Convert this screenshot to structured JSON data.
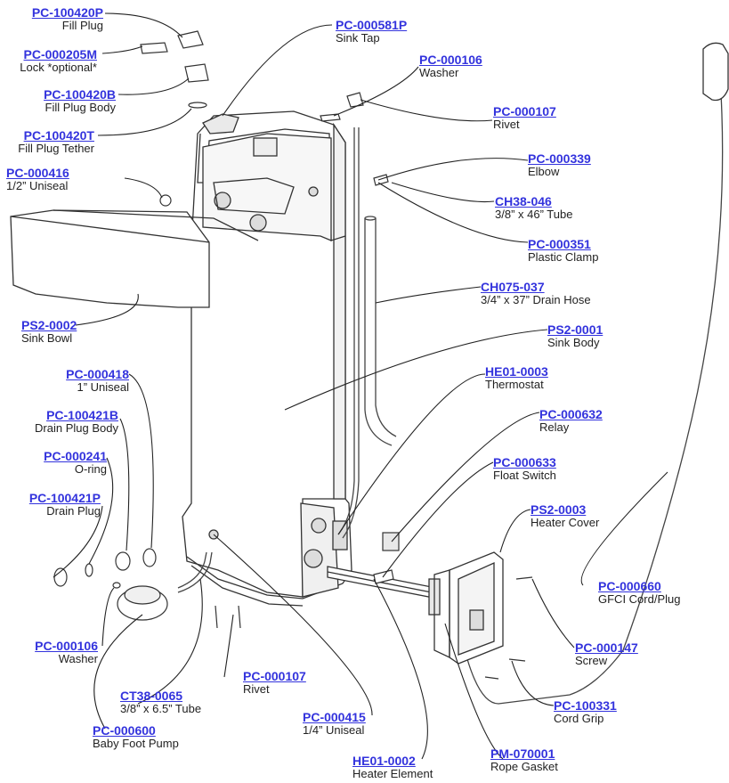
{
  "parts": [
    {
      "id": "fill-plug",
      "code": "PC-100420P",
      "desc": "Fill Plug"
    },
    {
      "id": "lock",
      "code": "PC-000205M",
      "desc": "Lock *optional*"
    },
    {
      "id": "fill-plug-body",
      "code": "PC-100420B",
      "desc": "Fill Plug Body"
    },
    {
      "id": "fill-plug-tether",
      "code": "PC-100420T",
      "desc": "Fill Plug Tether"
    },
    {
      "id": "half-inch-uniseal",
      "code": "PC-000416",
      "desc": "1/2” Uniseal"
    },
    {
      "id": "sink-bowl",
      "code": "PS2-0002",
      "desc": "Sink Bowl"
    },
    {
      "id": "one-inch-uniseal",
      "code": "PC-000418",
      "desc": "1” Uniseal"
    },
    {
      "id": "drain-plug-body",
      "code": "PC-100421B",
      "desc": "Drain Plug Body"
    },
    {
      "id": "o-ring",
      "code": "PC-000241",
      "desc": "O-ring"
    },
    {
      "id": "drain-plug",
      "code": "PC-100421P",
      "desc": "Drain Plug"
    },
    {
      "id": "washer-bottom",
      "code": "PC-000106",
      "desc": "Washer"
    },
    {
      "id": "tube-6-5",
      "code": "CT38-0065",
      "desc": "3/8” x 6.5” Tube"
    },
    {
      "id": "baby-foot-pump",
      "code": "PC-000600",
      "desc": "Baby Foot Pump"
    },
    {
      "id": "rivet-bottom",
      "code": "PC-000107",
      "desc": "Rivet"
    },
    {
      "id": "quarter-inch-uniseal",
      "code": "PC-000415",
      "desc": "1/4” Uniseal"
    },
    {
      "id": "heater-element",
      "code": "HE01-0002",
      "desc": "Heater Element"
    },
    {
      "id": "sink-tap",
      "code": "PC-000581P",
      "desc": "Sink Tap"
    },
    {
      "id": "washer-top",
      "code": "PC-000106",
      "desc": "Washer"
    },
    {
      "id": "rivet-top",
      "code": "PC-000107",
      "desc": "Rivet"
    },
    {
      "id": "elbow",
      "code": "PC-000339",
      "desc": "Elbow"
    },
    {
      "id": "tube-46",
      "code": "CH38-046",
      "desc": "3/8” x 46” Tube"
    },
    {
      "id": "plastic-clamp",
      "code": "PC-000351",
      "desc": "Plastic Clamp"
    },
    {
      "id": "drain-hose",
      "code": "CH075-037",
      "desc": "3/4” x 37” Drain Hose"
    },
    {
      "id": "sink-body",
      "code": "PS2-0001",
      "desc": "Sink Body"
    },
    {
      "id": "thermostat",
      "code": "HE01-0003",
      "desc": "Thermostat"
    },
    {
      "id": "relay",
      "code": "PC-000632",
      "desc": "Relay"
    },
    {
      "id": "float-switch",
      "code": "PC-000633",
      "desc": "Float Switch"
    },
    {
      "id": "heater-cover",
      "code": "PS2-0003",
      "desc": "Heater Cover"
    },
    {
      "id": "gfci-cord",
      "code": "PC-000660",
      "desc": "GFCI Cord/Plug"
    },
    {
      "id": "screw",
      "code": "PC-000147",
      "desc": "Screw"
    },
    {
      "id": "cord-grip",
      "code": "PC-100331",
      "desc": "Cord Grip"
    },
    {
      "id": "rope-gasket",
      "code": "PM-070001",
      "desc": "Rope Gasket"
    }
  ]
}
